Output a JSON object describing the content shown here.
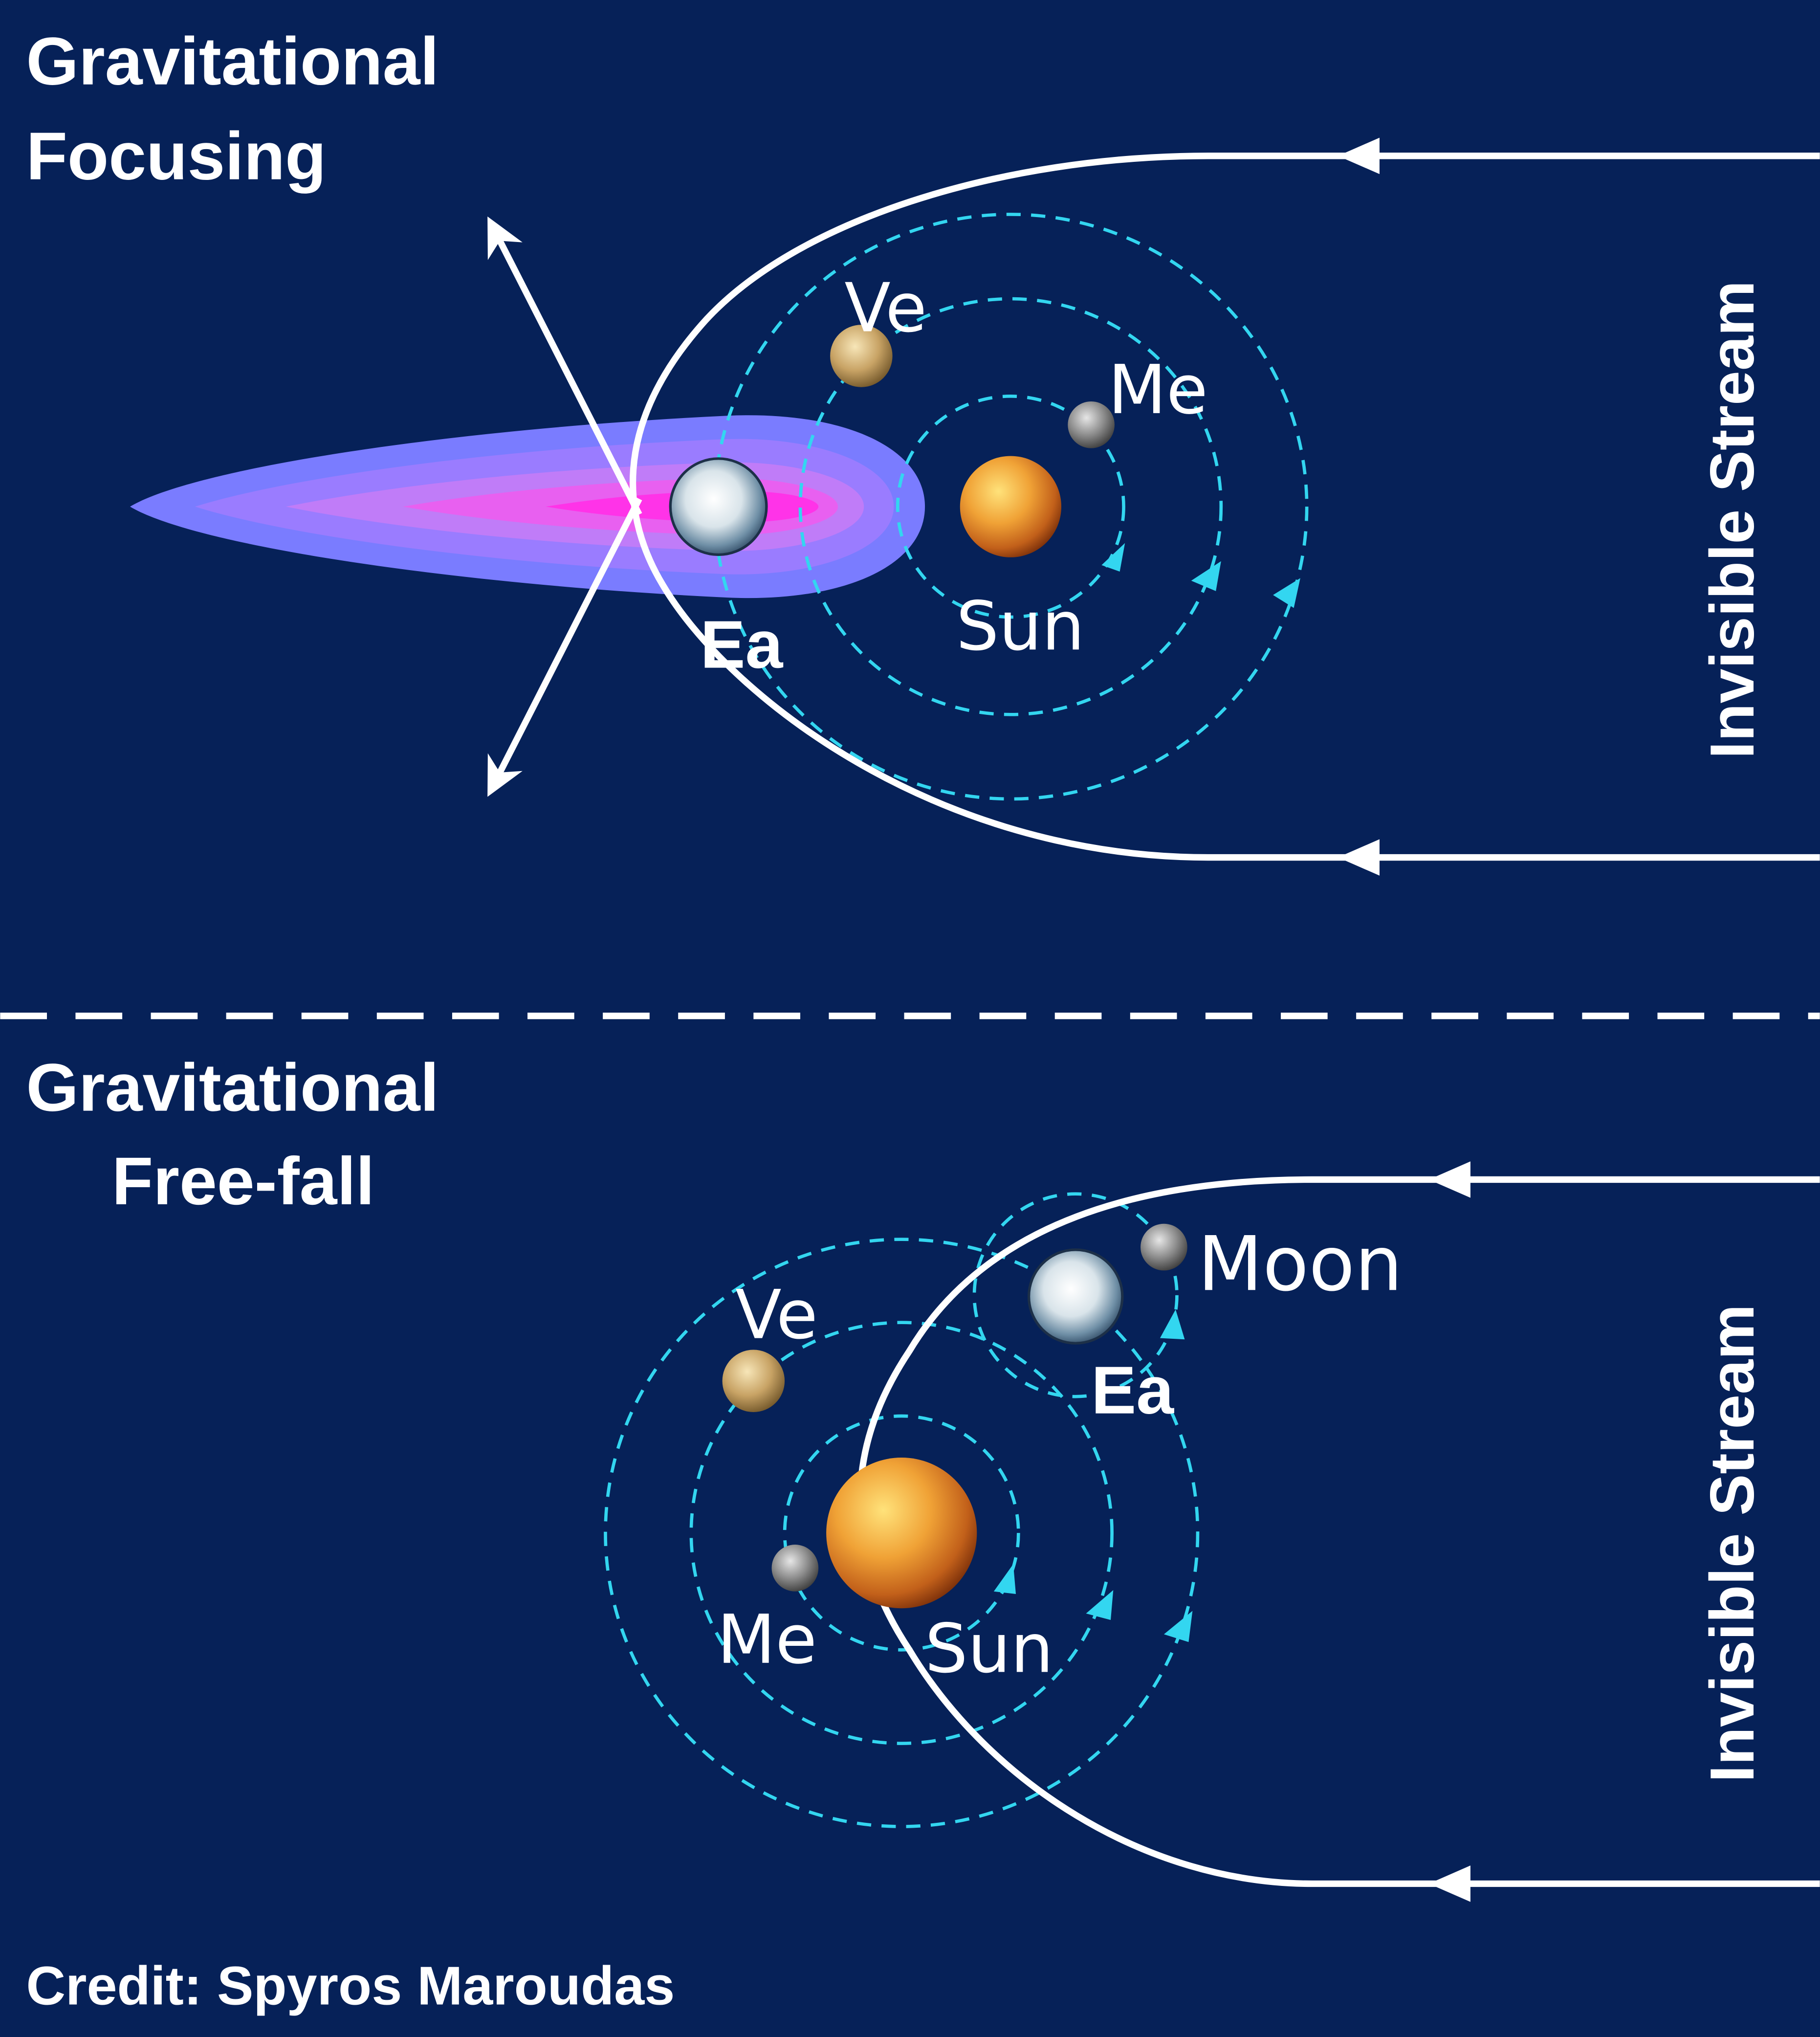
{
  "top_panel": {
    "title_line1": "Gravitational",
    "title_line2": "Focusing",
    "stream_label": "Invisible Stream",
    "labels": {
      "venus": "Ve",
      "mercury": "Me",
      "sun": "Sun",
      "earth": "Ea"
    }
  },
  "bottom_panel": {
    "title_line1": "Gravitational",
    "title_line2": "Free-fall",
    "stream_label": "Invisible Stream",
    "labels": {
      "venus": "Ve",
      "mercury": "Me",
      "sun": "Sun",
      "earth": "Ea",
      "moon": "Moon"
    }
  },
  "credit": "Credit: Spyros Maroudas",
  "colors": {
    "background": "#062158",
    "stream": "#ffffff",
    "orbit": "#33d6f0",
    "focus_cone_outer": "#7a7cff",
    "focus_cone_inner": "#ff33e8"
  }
}
